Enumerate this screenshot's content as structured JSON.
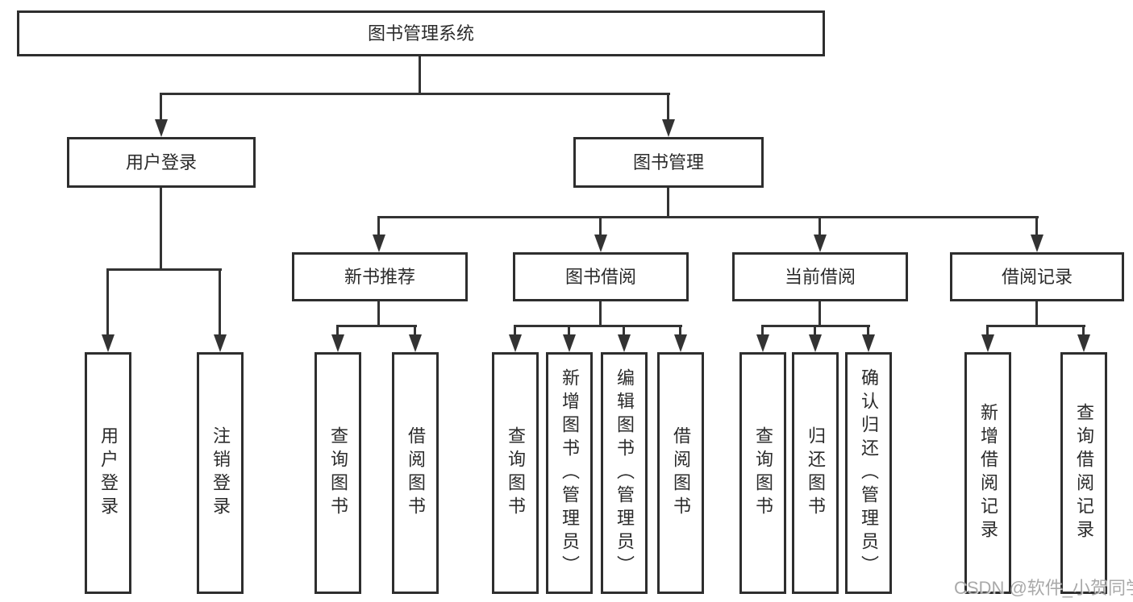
{
  "title": "图书管理系统",
  "tree": {
    "root": {
      "label": "图书管理系统"
    },
    "branches": [
      {
        "label": "用户登录",
        "children": [
          {
            "label": "用户登录"
          },
          {
            "label": "注销登录"
          }
        ]
      },
      {
        "label": "图书管理",
        "children": [
          {
            "label": "新书推荐",
            "children": [
              {
                "label": "查询图书"
              },
              {
                "label": "借阅图书"
              }
            ]
          },
          {
            "label": "图书借阅",
            "children": [
              {
                "label": "查询图书"
              },
              {
                "label": "新增图书（管理员）"
              },
              {
                "label": "编辑图书（管理员）"
              },
              {
                "label": "借阅图书"
              }
            ]
          },
          {
            "label": "当前借阅",
            "children": [
              {
                "label": "查询图书"
              },
              {
                "label": "归还图书"
              },
              {
                "label": "确认归还（管理员）"
              }
            ]
          },
          {
            "label": "借阅记录",
            "children": [
              {
                "label": "新增借阅记录"
              },
              {
                "label": "查询借阅记录"
              }
            ]
          }
        ]
      }
    ]
  },
  "watermark": "CSDN @软件_小贺同学",
  "colors": {
    "line": "#333333",
    "box_border": "#2e2e2e",
    "text": "#2b2b2b",
    "background": "#ffffff",
    "watermark": "#969696"
  }
}
